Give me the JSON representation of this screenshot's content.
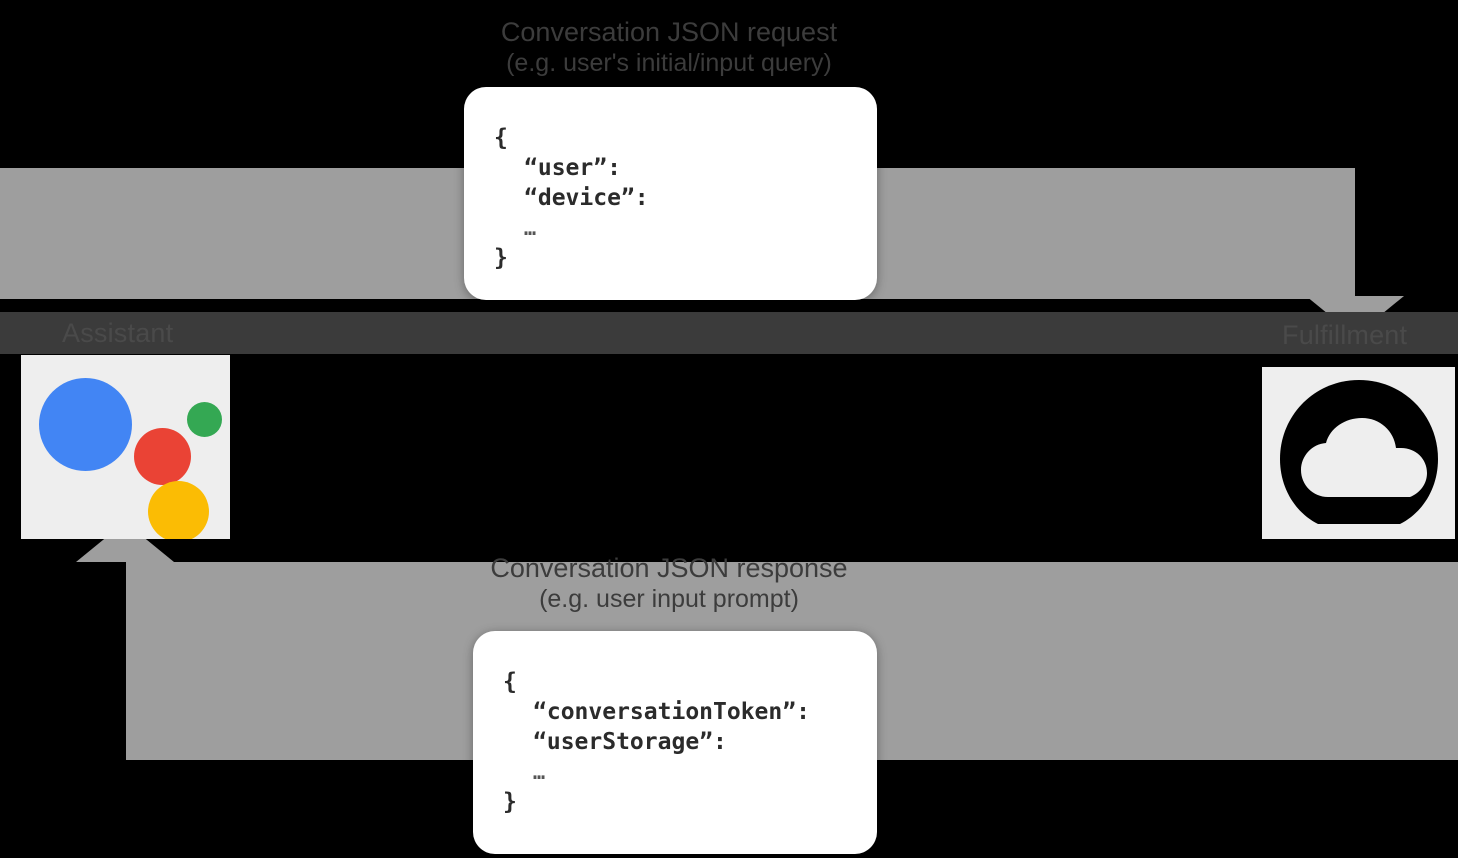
{
  "diagram": {
    "title": "Conversation JSON request/response flow",
    "background_color": "#000000",
    "band_color": "#9e9e9e",
    "rail_color": "#3b3b3b"
  },
  "nodes": [
    {
      "id": "assistant",
      "label": "Assistant",
      "icon": "google-assistant-icon",
      "tile_bg": "#eeeeee",
      "dots": [
        {
          "name": "blue-dot",
          "color": "#4285F4"
        },
        {
          "name": "green-dot",
          "color": "#34A853"
        },
        {
          "name": "red-dot",
          "color": "#EA4335"
        },
        {
          "name": "yellow-dot",
          "color": "#FBBC04"
        }
      ]
    },
    {
      "id": "fulfillment",
      "label": "Fulfillment",
      "icon": "cloud-icon",
      "tile_bg": "#eeeeee",
      "glyph_color": "#000000"
    }
  ],
  "flows": {
    "request": {
      "title": "Conversation JSON request",
      "subtitle": "(e.g. user's initial/input query)",
      "direction": "assistant-to-fulfillment"
    },
    "response": {
      "title": "Conversation JSON response",
      "subtitle": "(e.g. user input prompt)",
      "direction": "fulfillment-to-assistant"
    }
  },
  "json_cards": {
    "request": {
      "name": "conversation-json-request-card",
      "lines": [
        "{",
        "“user”:",
        "“device”:",
        "…",
        "}"
      ]
    },
    "response": {
      "name": "conversation-json-response-card",
      "lines": [
        "{",
        "“conversationToken”:",
        "“userStorage”:",
        "…",
        "}"
      ]
    }
  }
}
